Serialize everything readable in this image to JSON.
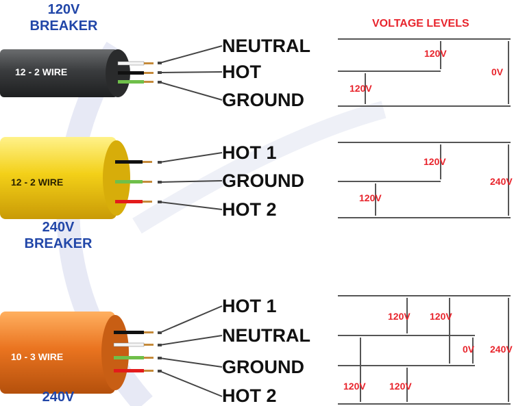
{
  "title": "VOLTAGE LEVELS",
  "colors": {
    "label_blue": "#2146a8",
    "voltage_red": "#e8242c",
    "cable_black": "#3a3c3e",
    "cable_yellow": "#f3d018",
    "cable_orange": "#ea7420"
  },
  "breakers": [
    {
      "voltage": "120V",
      "word": "BREAKER"
    },
    {
      "voltage": "240V",
      "word": "BREAKER"
    },
    {
      "voltage": "240V"
    }
  ],
  "cables": [
    {
      "label": "12 - 2 WIRE",
      "wires": [
        "NEUTRAL",
        "HOT",
        "GROUND"
      ],
      "voltages": [
        "120V",
        "120V",
        "0V"
      ]
    },
    {
      "label": "12 - 2 WIRE",
      "wires": [
        "HOT 1",
        "GROUND",
        "HOT 2"
      ],
      "voltages": [
        "120V",
        "120V",
        "240V"
      ]
    },
    {
      "label": "10 - 3 WIRE",
      "wires": [
        "HOT 1",
        "NEUTRAL",
        "GROUND",
        "HOT 2"
      ],
      "voltages": [
        "120V",
        "120V",
        "0V",
        "240V",
        "120V",
        "120V"
      ]
    }
  ]
}
